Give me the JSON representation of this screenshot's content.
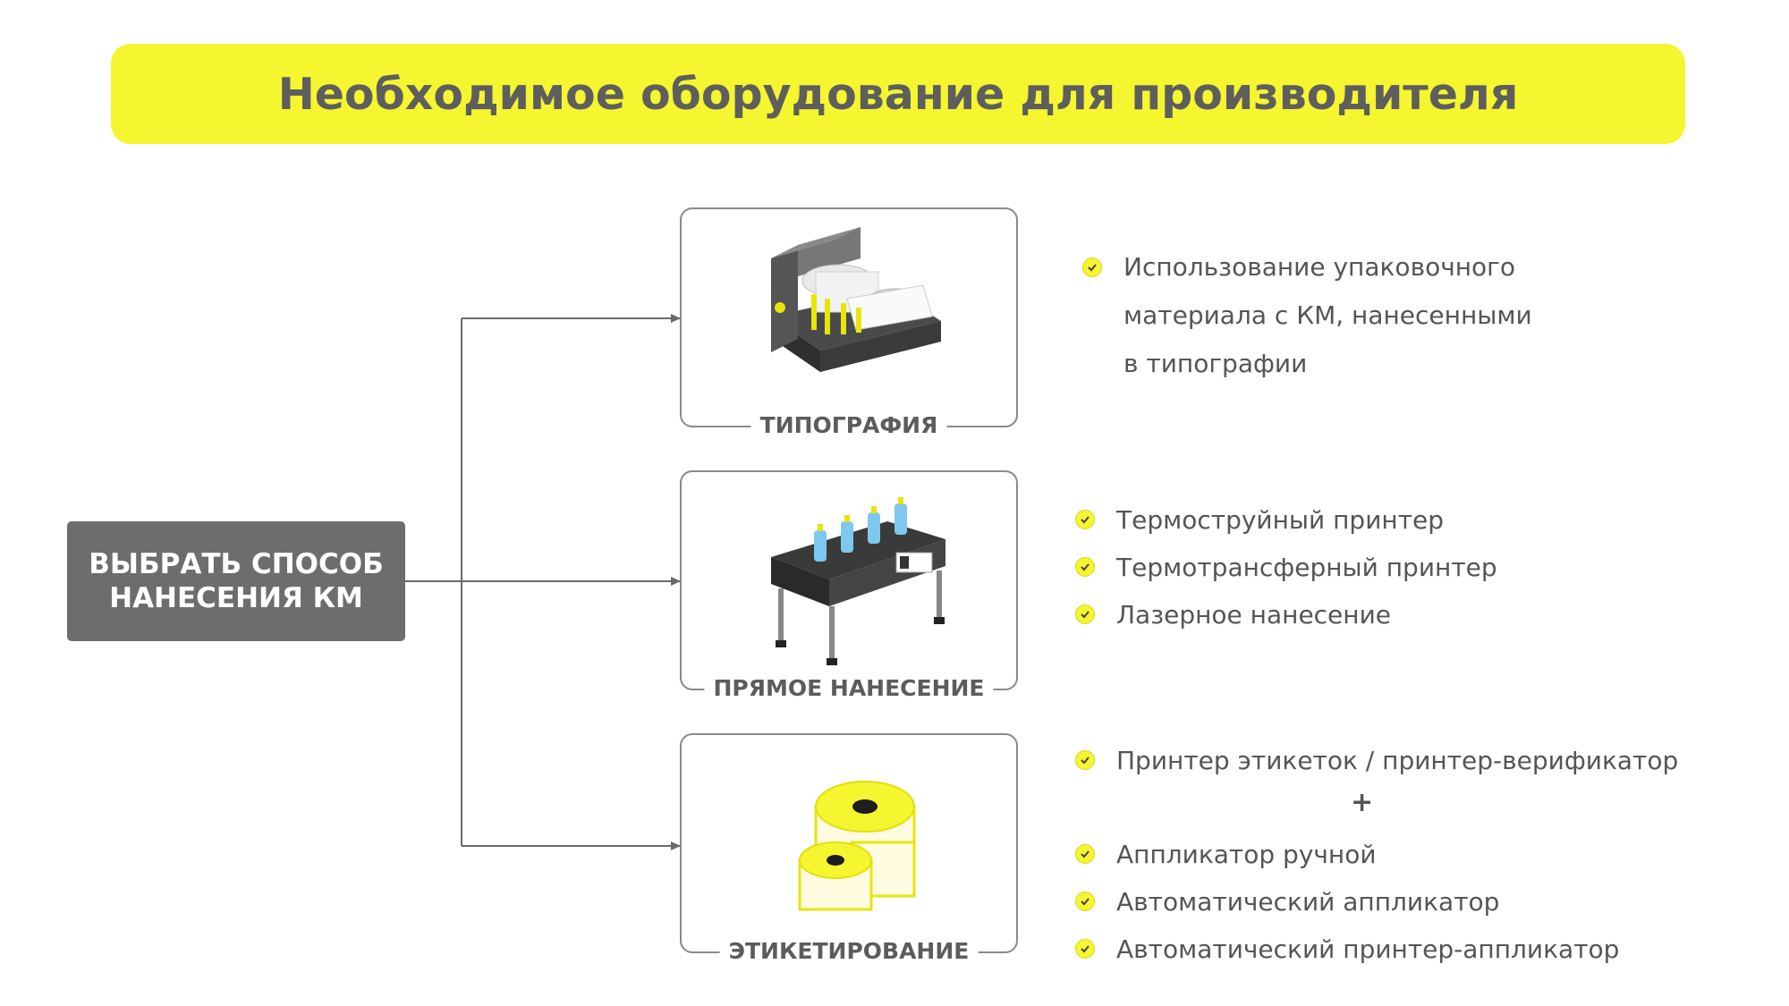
{
  "title": "Необходимое оборудование для производителя",
  "start": {
    "line1": "ВЫБРАТЬ СПОСОБ",
    "line2": "НАНЕСЕНИЯ КМ"
  },
  "cards": [
    {
      "label": "ТИПОГРАФИЯ",
      "icon": "printing-press-icon"
    },
    {
      "label": "ПРЯМОЕ НАНЕСЕНИЕ",
      "icon": "bottle-conveyor-icon"
    },
    {
      "label": "ЭТИКЕТИРОВАНИЕ",
      "icon": "label-rolls-icon"
    }
  ],
  "typography_text": {
    "line1": "Использование упаковочного",
    "line2": "материала с КМ, нанесенными",
    "line3": "в типографии"
  },
  "direct_items": [
    "Термоструйный принтер",
    "Термотрансферный принтер",
    "Лазерное нанесение"
  ],
  "labeling": {
    "item1": "Принтер этикеток / принтер-верификатор",
    "plus": "+",
    "item2": "Аппликатор ручной",
    "item3": "Автоматический аппликатор",
    "item4": "Автоматический принтер-аппликатор"
  },
  "colors": {
    "accent_yellow": "#f5f530",
    "start_box": "#6d6d6f",
    "text": "#555555"
  }
}
